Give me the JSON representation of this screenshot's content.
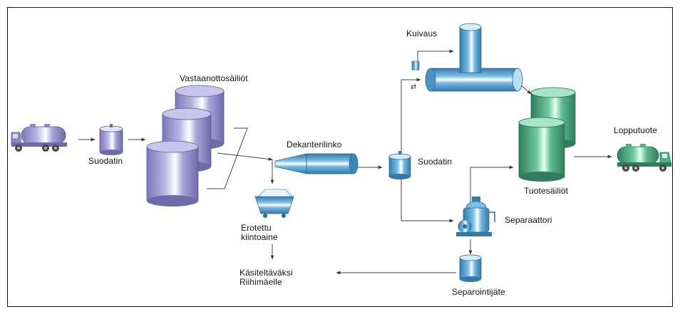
{
  "labels": {
    "vastaanottosailiot": "Vastaanottosäiliöt",
    "suodatin_left": "Suodatin",
    "dekanterilinko": "Dekanterilinko",
    "suodatin_mid": "Suodatin",
    "kuivaus": "Kuivaus",
    "lopputuote": "Lopputuote",
    "tuotesailiot": "Tuotesäiliöt",
    "separaattori": "Separaattori",
    "erotettu_line1": "Erotettu",
    "erotettu_line2": "kiintoaine",
    "kasiteltavaksi_line1": "Käsiteltäväksi",
    "kasiteltavaksi_line2": "Riihimäelle",
    "separointijate": "Separointijäte"
  },
  "colors": {
    "purple": "#9c97cf",
    "purple_dark": "#6f6aa8",
    "blue": "#5ea9d8",
    "blue_dark": "#3579a8",
    "green": "#4fae86",
    "green_dark": "#2f7d5c",
    "line": "#444444"
  },
  "icons": [
    "tanker-truck-icon",
    "product-truck-icon",
    "filter-tank-icon",
    "decanter-centrifuge-icon",
    "dryer-icon",
    "separator-icon",
    "solids-cart-icon"
  ]
}
